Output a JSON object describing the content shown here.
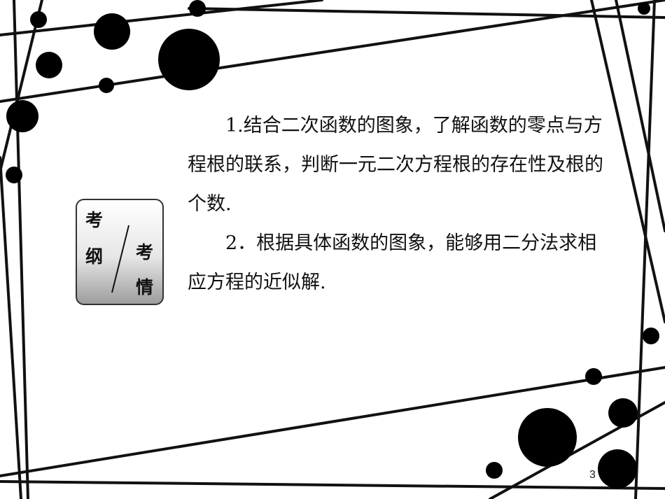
{
  "badge": {
    "char1": "考",
    "char2": "纲",
    "char3": "考",
    "char4": "情"
  },
  "content": {
    "item1": "1.结合二次函数的图象，了解函数的零点与方程根的联系，判断一元二次方程根的存在性及根的个数.",
    "item2": "2．根据具体函数的图象，能够用二分法求相应方程的近似解."
  },
  "page_number": "3"
}
